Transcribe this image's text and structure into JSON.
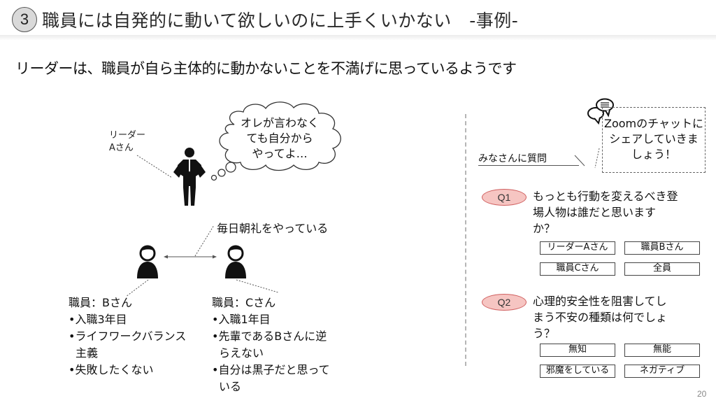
{
  "header": {
    "section_number": "3",
    "title": "職員には自発的に動いて欲しいのに上手くいかない　-事例-"
  },
  "subtitle": "リーダーは、職員が自ら主体的に動かないことを不満げに思っているようです",
  "scene": {
    "leader_label_line1": "リーダー",
    "leader_label_line2": "Aさん",
    "thought_bubble": [
      "オレが言わなく",
      "ても自分から",
      "やってよ…"
    ],
    "relation_label": "毎日朝礼をやっている",
    "staff_b": {
      "name": "職員：Bさん",
      "bullets": [
        "•入職3年目",
        "•ライフワークバランス",
        "主義",
        "•失敗したくない"
      ]
    },
    "staff_c": {
      "name": "職員：Cさん",
      "bullets": [
        "•入職1年目",
        "•先輩であるBさんに逆",
        "らえない",
        "•自分は黒子だと思って",
        "いる"
      ]
    }
  },
  "questions": {
    "heading": "みなさんに質問",
    "zoom_note": [
      "Zoomのチャットに",
      "シェアしていきま",
      "しょう！"
    ],
    "items": [
      {
        "badge": "Q1",
        "text_lines": [
          "もっとも行動を変えるべき登",
          "場人物は誰だと思います",
          "か？"
        ],
        "options": [
          "リーダーAさん",
          "職員Bさん",
          "職員Cさん",
          "全員"
        ]
      },
      {
        "badge": "Q2",
        "text_lines": [
          "心理的安全性を阻害してし",
          "まう不安の種類は何でしょ",
          "う？"
        ],
        "options": [
          "無知",
          "無能",
          "邪魔をしている",
          "ネガティブ"
        ]
      }
    ]
  },
  "icons": {
    "leader": "businessman-icon",
    "staff": "person-icon",
    "chat": "chat-bubbles-icon"
  },
  "colors": {
    "q_badge_fill": "#f6c5c2",
    "q_badge_border": "#d06060",
    "circle_fill": "#d9d9d9"
  },
  "page_number": "20"
}
